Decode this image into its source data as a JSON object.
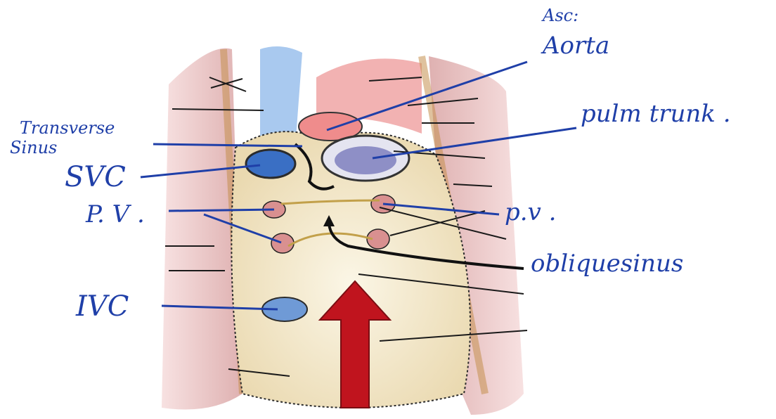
{
  "labels": {
    "asc_aorta_line1": "Asc:",
    "asc_aorta_line2": "Aorta",
    "pulm_trunk": "pulm trunk .",
    "transverse_sinus_line1": "Transverse",
    "transverse_sinus_line2": "Sinus",
    "svc": "SVC",
    "pv_left": "P. V .",
    "pv_right": "p.v .",
    "oblique_sinus": "obliquesinus",
    "ivc": "IVC"
  },
  "colors": {
    "annotation_ink": "#1f3fa8",
    "leader_lines": "#1a1a1a",
    "arrow": "#c0141e",
    "pericardium_tissue": "#f1e6c8",
    "lung_tissue": "#e9c6c2",
    "vessel_blue": "#5b8fd1",
    "vessel_red": "#e26b6b",
    "vein_pink": "#d99090"
  }
}
